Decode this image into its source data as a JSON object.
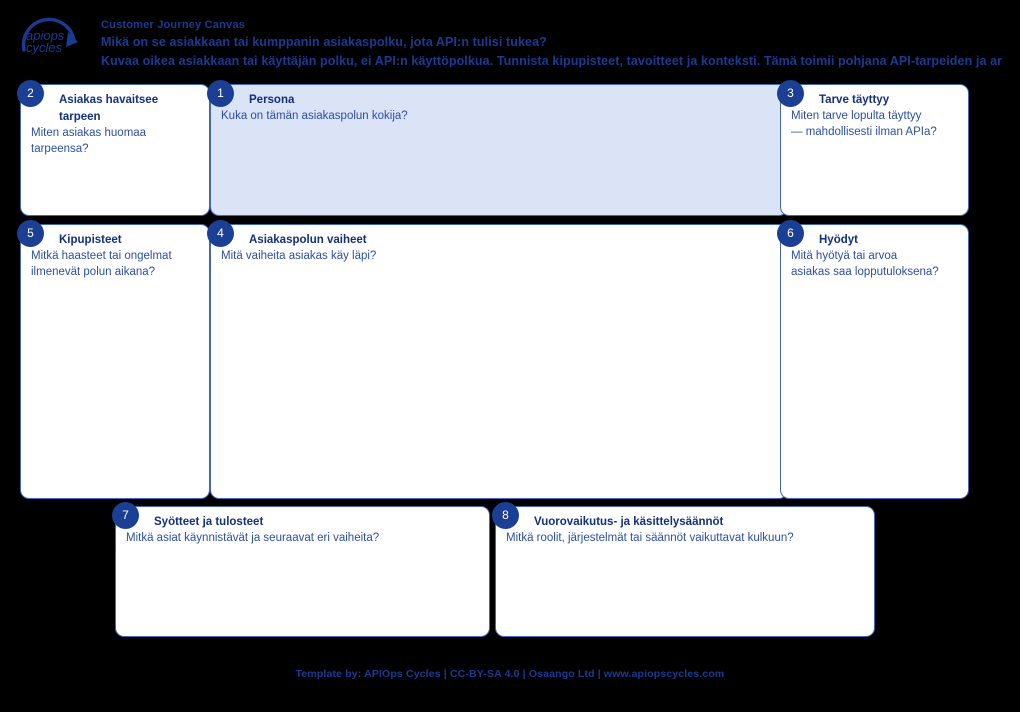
{
  "header": {
    "logo_name": "apiops-cycles-logo",
    "logo_text_top": "apiops",
    "logo_text_bottom": "cycles",
    "title": "Customer Journey Canvas",
    "question": "Mikä on se asiakkaan tai kumppanin asiakaspolku, jota API:n tulisi tukea?",
    "subtitle": "Kuvaa oikea asiakkaan tai käyttäjän polku, ei API:n käyttöpolkua. Tunnista kipupisteet, tavoitteet ja konteksti. Tämä toimii pohjana API-tarpeiden ja ar"
  },
  "cards": [
    {
      "id": "persona",
      "number": "1",
      "title": "Persona",
      "subtitle": "Kuka on tämän asiakaspolun kokija?",
      "highlight": true
    },
    {
      "id": "asiakas-havaitsee-tarpeen",
      "number": "2",
      "title": "Asiakas havaitsee tarpeen",
      "subtitle": "Miten asiakas huomaa\ntarpeensa?",
      "highlight": false
    },
    {
      "id": "tarve-tayttyy",
      "number": "3",
      "title": "Tarve täyttyy",
      "subtitle": "Miten tarve lopulta täyttyy\n— mahdollisesti ilman APIa?",
      "highlight": false
    },
    {
      "id": "asiakaspolun-vaiheet",
      "number": "4",
      "title": "Asiakaspolun vaiheet",
      "subtitle": "Mitä vaiheita asiakas käy läpi?",
      "highlight": false
    },
    {
      "id": "kipupisteet",
      "number": "5",
      "title": "Kipupisteet",
      "subtitle": "Mitkä haasteet tai ongelmat\nilmenevät polun aikana?",
      "highlight": false
    },
    {
      "id": "hyodyt",
      "number": "6",
      "title": "Hyödyt",
      "subtitle": "Mitä hyötyä tai arvoa\nasiakas saa lopputuloksena?",
      "highlight": false
    },
    {
      "id": "syotteet-ja-tulosteet",
      "number": "7",
      "title": "Syötteet ja tulosteet",
      "subtitle": "Mitkä asiat käynnistävät ja seuraavat eri vaiheita?",
      "highlight": false
    },
    {
      "id": "vuorovaikutus-ja-kasittelysaannot",
      "number": "8",
      "title": "Vuorovaikutus- ja käsittelysäännöt",
      "subtitle": "Mitkä roolit, järjestelmät tai säännöt vaikuttavat kulkuun?",
      "highlight": false
    }
  ],
  "footer": {
    "text": "Template by: APIOps Cycles | CC-BY-SA 4.0 | Osaango Ltd | www.apiopscycles.com"
  },
  "colors": {
    "brand_blue": "#1b3a94",
    "card_border": "#4466bb",
    "badge_fill": "#1c3f96",
    "persona_fill": "#dbe3f6",
    "background": "#000000"
  }
}
